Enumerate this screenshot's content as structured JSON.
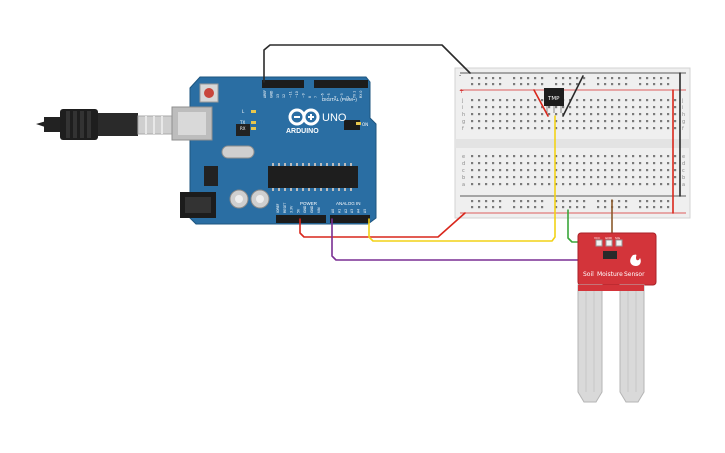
{
  "arduino": {
    "brand": "ARDUINO",
    "model": "UNO",
    "label_digital": "DIGITAL (PWM~)",
    "label_power": "POWER",
    "label_analog": "ANALOG IN",
    "label_on": "ON",
    "led_l": "L",
    "led_tx": "TX",
    "led_rx": "RX",
    "top_pin_labels": [
      "AREF",
      "GND",
      "13",
      "12",
      "~11",
      "~10",
      "~9",
      "8",
      "7",
      "~6",
      "~5",
      "4",
      "~3",
      "2",
      "TX 1",
      "RX 0"
    ],
    "power_pin_labels": [
      "IOREF",
      "RESET",
      "3.3V",
      "5V",
      "GND",
      "GND",
      "VIN"
    ],
    "analog_pin_labels": [
      "A0",
      "A1",
      "A2",
      "A3",
      "A4",
      "A5"
    ]
  },
  "breadboard": {
    "row_letters_top": [
      "j",
      "i",
      "h",
      "g",
      "f"
    ],
    "row_letters_bottom": [
      "e",
      "d",
      "c",
      "b",
      "a"
    ],
    "rail_plus": "+",
    "rail_minus": "-"
  },
  "temp_sensor": {
    "label": "TMP"
  },
  "soil_sensor": {
    "title_parts": [
      "Soil",
      "Moisture",
      "Sensor"
    ],
    "pin_labels": [
      "VCC",
      "GND",
      "SIG"
    ]
  },
  "colors": {
    "board_blue": "#2a6ea3",
    "breadboard": "#efefef",
    "sensor_red": "#d3343a",
    "wire_red": "#d9271c",
    "wire_yellow": "#f2d217",
    "wire_purple": "#7a2f93",
    "wire_green": "#3aa63a",
    "wire_brown": "#8b5a2b",
    "wire_black": "#2b2b2b"
  }
}
